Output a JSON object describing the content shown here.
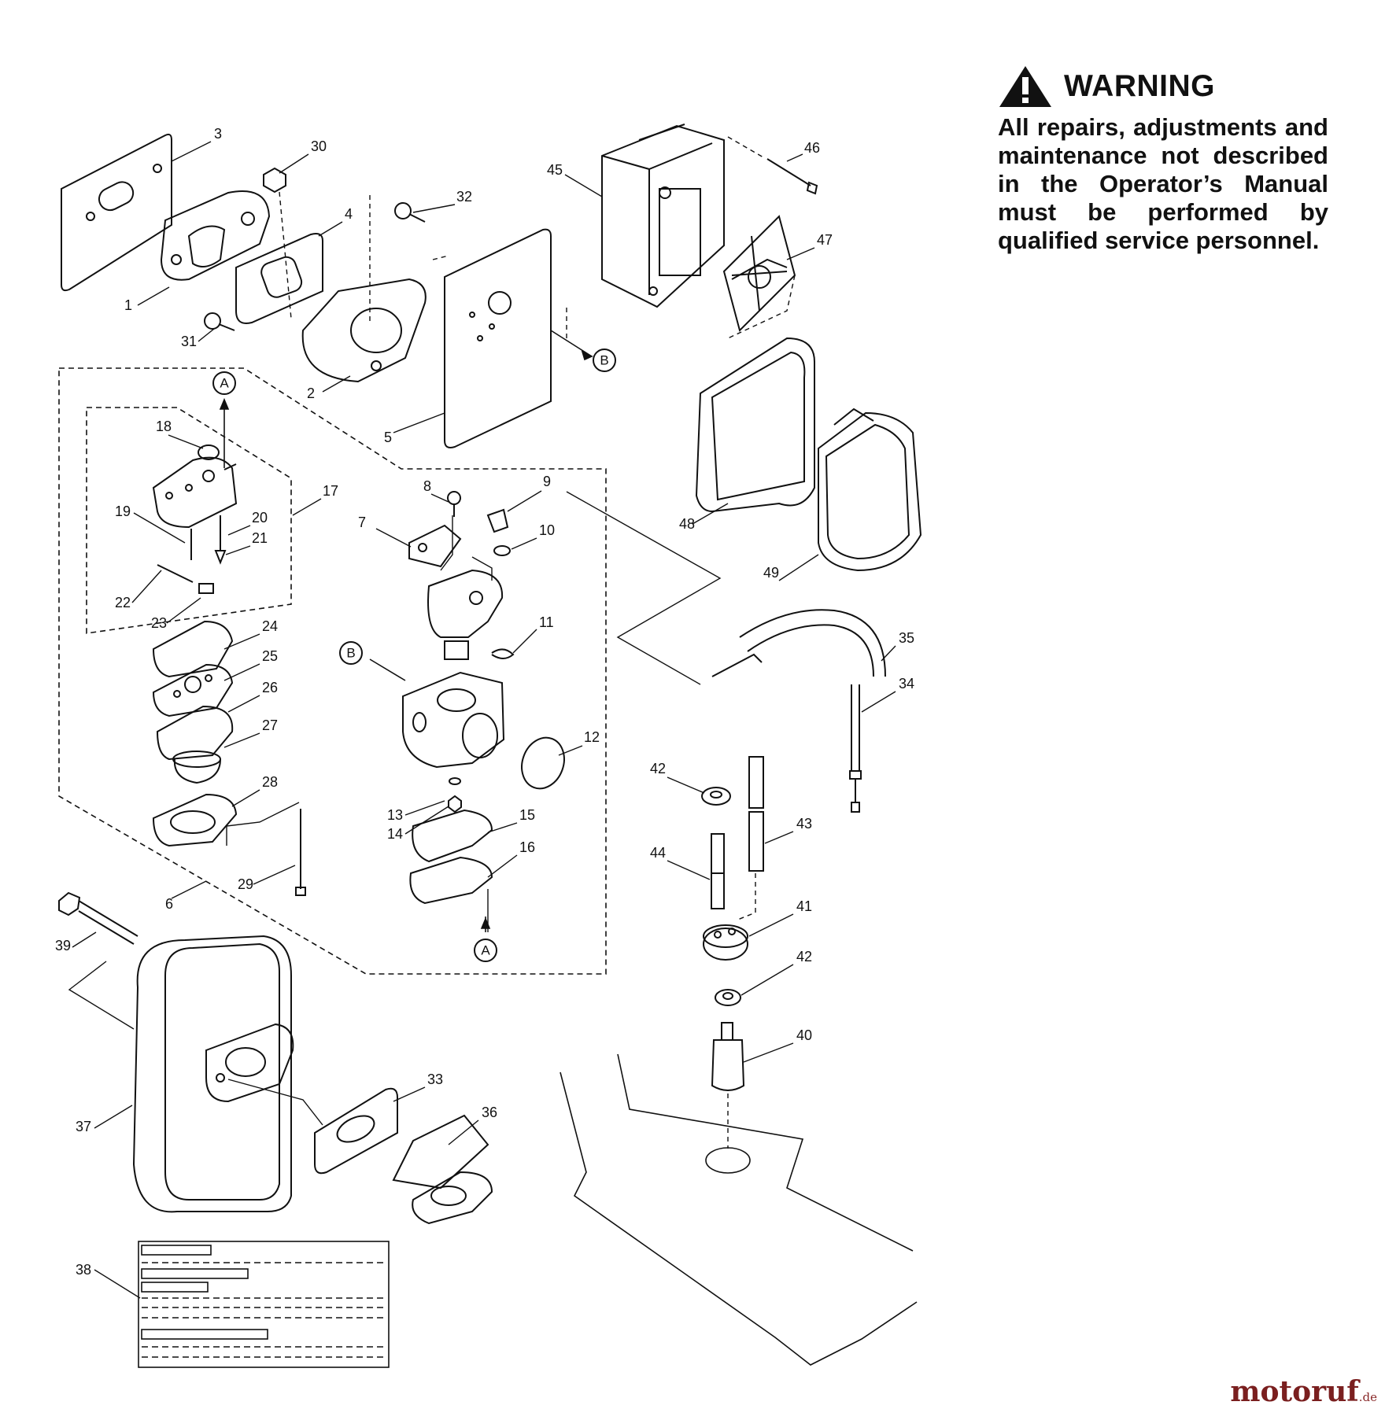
{
  "warning": {
    "title": "WARNING",
    "text": "All repairs, adjustments and maintenance not described in the Operator’s Manual must be performed by qualified service personnel."
  },
  "watermark": {
    "brand": "motoruf",
    "tld": ".de"
  },
  "colors": {
    "ink": "#111111",
    "paper": "#ffffff",
    "watermark_brand": "#7a1f1f"
  },
  "part_numbers": [
    "1",
    "2",
    "3",
    "4",
    "5",
    "6",
    "7",
    "8",
    "9",
    "10",
    "11",
    "12",
    "13",
    "14",
    "15",
    "16",
    "17",
    "18",
    "19",
    "20",
    "21",
    "22",
    "23",
    "24",
    "25",
    "26",
    "27",
    "28",
    "29",
    "30",
    "31",
    "32",
    "33",
    "34",
    "35",
    "36",
    "37",
    "38",
    "39",
    "40",
    "41",
    "42",
    "42",
    "43",
    "44",
    "45",
    "46",
    "47",
    "48",
    "49"
  ],
  "reference_markers": [
    "A",
    "A",
    "B",
    "B"
  ]
}
